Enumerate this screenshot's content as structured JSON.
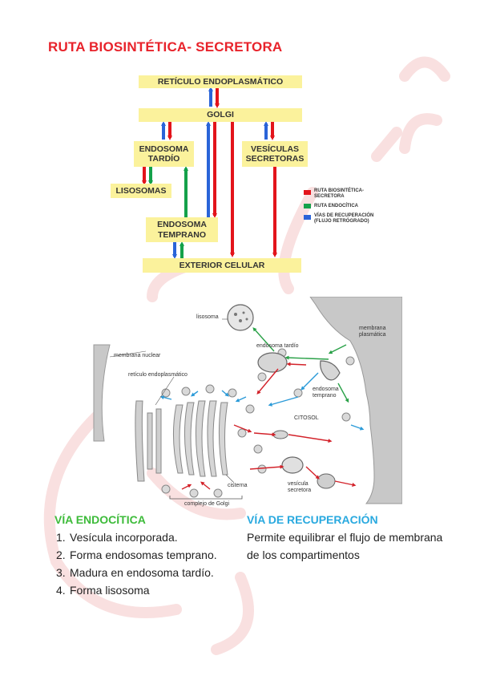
{
  "title": "RUTA BIOSINTÉTICA- SECRETORA",
  "diagram1": {
    "boxes": {
      "reticulo": "RETÍCULO ENDOPLASMÁTICO",
      "golgi": "GOLGI",
      "endosoma_tardio": "ENDOSOMA TARDÍO",
      "vesiculas": "VESÍCULAS SECRETORAS",
      "lisosomas": "LISOSOMAS",
      "endosoma_temprano": "ENDOSOMA TEMPRANO",
      "exterior": "EXTERIOR CELULAR"
    },
    "legend": {
      "biosintetica": "RUTA BIOSINTÉTICA-SECRETORA",
      "endocitica": "RUTA ENDOCÍTICA",
      "recuperacion": "VÍAS DE RECUPERACIÓN (FLUJO RETRÓGRADO)"
    },
    "colors": {
      "box": "#fbf29c",
      "red": "#e3141b",
      "green": "#14a14a",
      "blue": "#2a64d8"
    }
  },
  "diagram2": {
    "labels": {
      "lisosoma": "lisosoma",
      "endosoma_tardio": "endosoma tardío",
      "membrana_plasmatica": "membrana plasmática",
      "membrana_nuclear": "membrana nuclear",
      "reticulo": "retículo endoplasmático",
      "endosoma_temprano": "endosoma temprano",
      "citosol": "CITOSOL",
      "cisterna": "cisterna",
      "vesicula_secretora": "vesícula secretora",
      "complejo_golgi": "complejo de Golgi"
    }
  },
  "endocitica": {
    "heading": "VÍA ENDOCÍTICA",
    "color": "#3dbb3a",
    "items": [
      {
        "num": "1.",
        "text": "Vesícula incorporada."
      },
      {
        "num": "2.",
        "text": "Forma endosomas temprano."
      },
      {
        "num": "3.",
        "text": "Madura en endosoma tardío."
      },
      {
        "num": "4.",
        "text": "Forma lisosoma"
      }
    ]
  },
  "recuperacion": {
    "heading": "VÍA DE RECUPERACIÓN",
    "color": "#29a9df",
    "text": "Permite equilibrar el flujo de membrana de los compartimentos"
  }
}
